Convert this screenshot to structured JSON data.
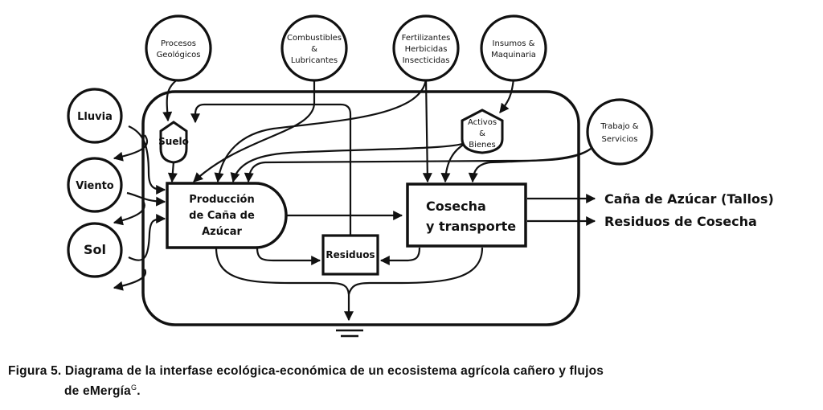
{
  "diagram": {
    "sources_top": [
      {
        "id": "procesos",
        "lines": [
          "Procesos",
          "Geológicos"
        ]
      },
      {
        "id": "combustibles",
        "lines": [
          "Combustibles",
          "&",
          "Lubricantes"
        ]
      },
      {
        "id": "fertilizantes",
        "lines": [
          "Fertilizantes",
          "Herbicidas",
          "Insecticidas"
        ]
      },
      {
        "id": "insumos",
        "lines": [
          "Insumos &",
          "Maquinaria"
        ]
      }
    ],
    "sources_left": [
      {
        "id": "lluvia",
        "label": "Lluvia"
      },
      {
        "id": "viento",
        "label": "Viento"
      },
      {
        "id": "sol",
        "label": "Sol"
      }
    ],
    "source_right": {
      "id": "trabajo",
      "lines": [
        "Trabajo &",
        "Servicios"
      ]
    },
    "storages": {
      "suelo": "Suelo",
      "activos": [
        "Activos",
        "&",
        "Bienes"
      ],
      "residuos": "Residuos"
    },
    "producer": [
      "Producción",
      "de Caña de",
      "Azúcar"
    ],
    "process": [
      "Cosecha",
      "y transporte"
    ],
    "outputs": [
      "Caña de Azúcar (Tallos)",
      "Residuos de Cosecha"
    ]
  },
  "caption": {
    "line1": "Figura 5. Diagrama de la interfase ecológica-económica de un ecosistema agrícola cañero y flujos",
    "line2": "de eMergía",
    "superscript": "G",
    "end": "."
  }
}
